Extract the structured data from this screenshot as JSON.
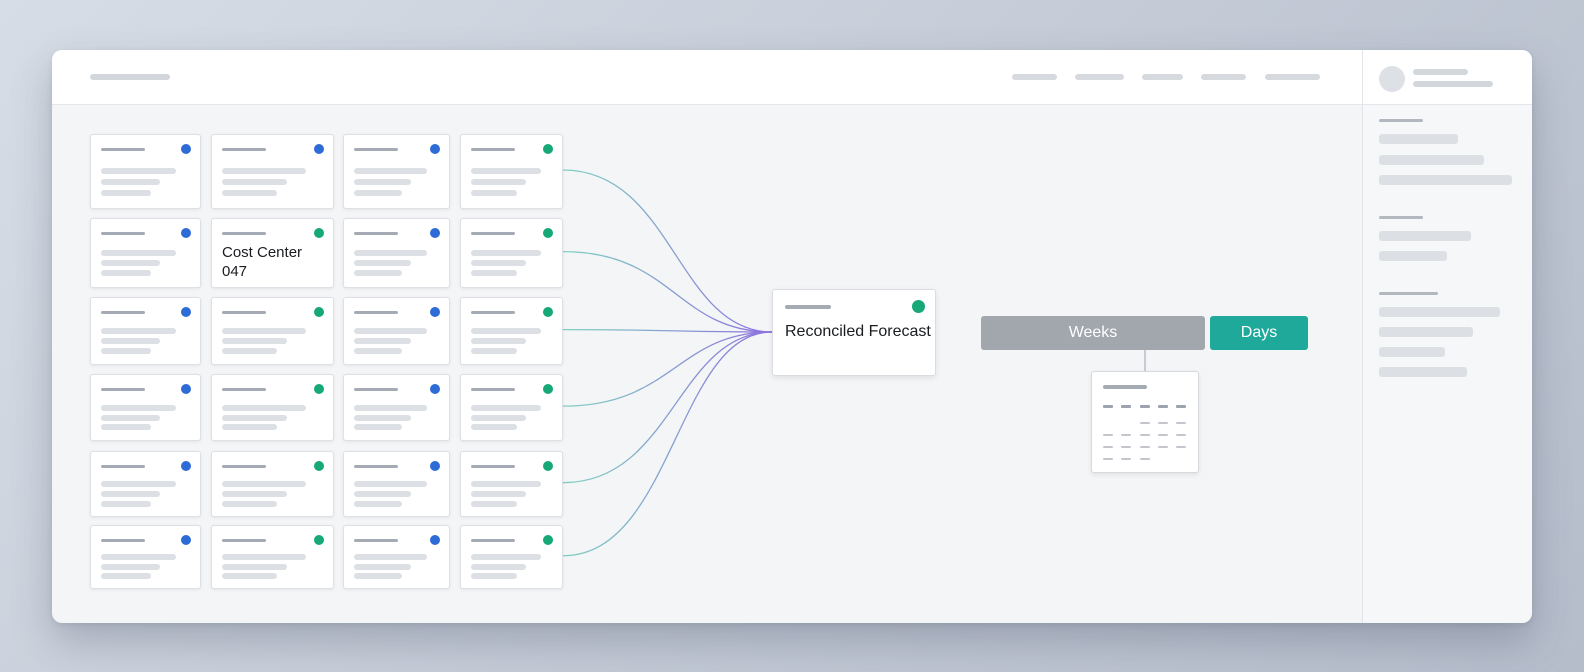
{
  "colors": {
    "accent_teal": "#1fa99a",
    "status_blue": "#2d6bd6",
    "status_green": "#16a877",
    "segment_inactive": "#a2a6ad",
    "link_teal": "#7fd1c0",
    "link_purple": "#8e6fe0"
  },
  "grid": {
    "labeled_card": {
      "title": "Cost Center 047",
      "status_icon": "green-status-dot-icon"
    },
    "status_rows": [
      [
        "blue",
        "blue",
        "blue",
        "green"
      ],
      [
        "blue",
        "green",
        "blue",
        "green"
      ],
      [
        "blue",
        "green",
        "blue",
        "green"
      ],
      [
        "blue",
        "green",
        "blue",
        "green"
      ],
      [
        "blue",
        "green",
        "blue",
        "green"
      ],
      [
        "blue",
        "green",
        "blue",
        "green"
      ]
    ]
  },
  "target": {
    "title": "Reconciled Forecast",
    "status": "green"
  },
  "granularity": {
    "weeks_label": "Weeks",
    "days_label": "Days",
    "selected": "Days"
  },
  "icons": {
    "avatar": "avatar-icon",
    "calendar": "calendar-popover-icon"
  }
}
